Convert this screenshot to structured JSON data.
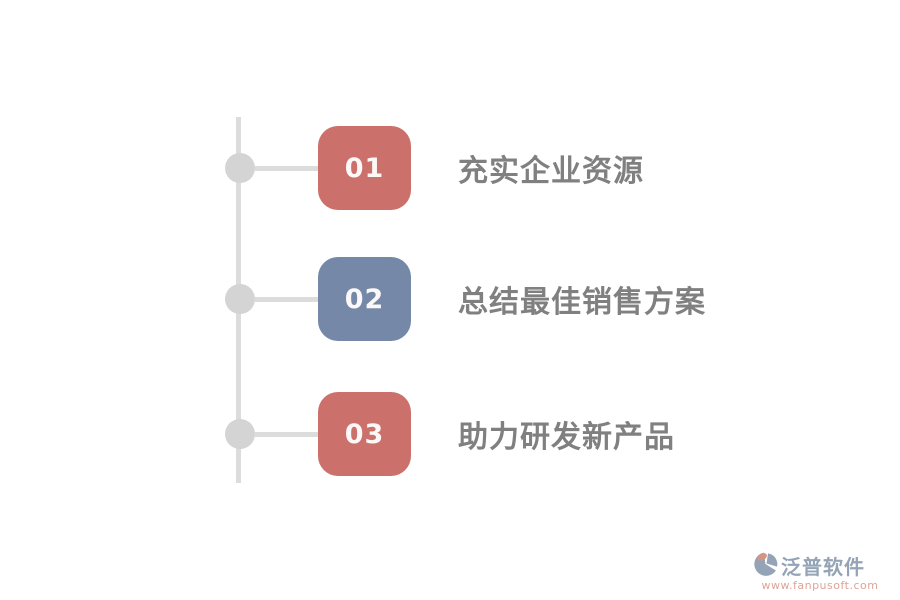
{
  "steps": [
    {
      "number": "01",
      "title": "充实企业资源",
      "color": "#cb706b"
    },
    {
      "number": "02",
      "title": "总结最佳销售方案",
      "color": "#7588a8"
    },
    {
      "number": "03",
      "title": "助力研发新产品",
      "color": "#cb706b"
    }
  ],
  "timeline": {
    "line_color": "#dcdcdc",
    "node_color": "#d4d4d4"
  },
  "label_color": "#808080",
  "number_text_color": "#fbf8f7",
  "watermark": {
    "brand": "泛普软件",
    "url": "www.fanpusoft.com",
    "brand_color": "#8a9ab0",
    "url_color": "#da9a8c",
    "icon_blue": "#8a9ab0",
    "icon_coral": "#cf8a78"
  }
}
